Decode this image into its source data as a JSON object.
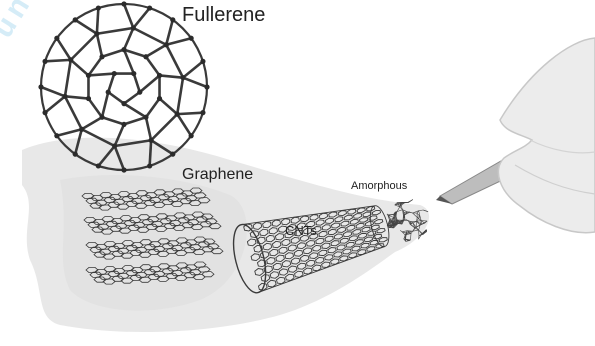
{
  "labels": {
    "fullerene": "Fullerene",
    "graphene": "Graphene",
    "amorphous": "Amorphous",
    "cnts": "CNTs"
  },
  "watermark": "unic",
  "colors": {
    "structure": "#3a3a3a",
    "node": "#2b2b2b",
    "smudge": "#e6e6e6",
    "watermark": "#d5ecf7",
    "skin": "#ececec",
    "pencil": "#bdbdbd"
  },
  "icons": {
    "hand": "hand-holding-pencil-icon"
  }
}
